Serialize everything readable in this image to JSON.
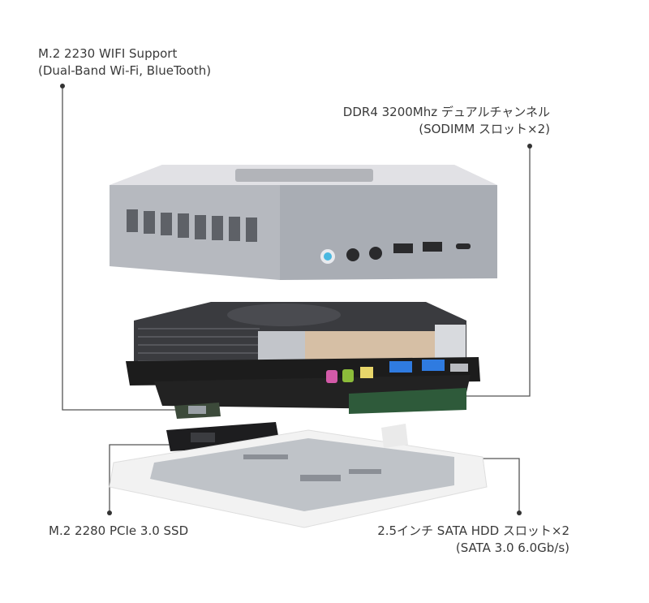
{
  "callouts": {
    "wifi": {
      "line1": "M.2 2230 WIFI Support",
      "line2": "(Dual-Band Wi-Fi, BlueTooth)"
    },
    "ram": {
      "line1": "DDR4 3200Mhz デュアルチャンネル",
      "line2": "(SODIMM スロット×2)"
    },
    "ssd": {
      "line1": "M.2 2280 PCIe 3.0 SSD"
    },
    "hdd": {
      "line1": "2.5インチ SATA HDD スロット×2",
      "line2": "(SATA 3.0 6.0Gb/s)"
    }
  },
  "colors": {
    "leader_line": "#555555",
    "case_top": "#dcdde0",
    "case_front": "#a9adb4",
    "heatsink": "#3a3b3f",
    "board": "#1c1c1c",
    "usb_blue": "#2f7be0",
    "tray": "#eeeeee"
  }
}
